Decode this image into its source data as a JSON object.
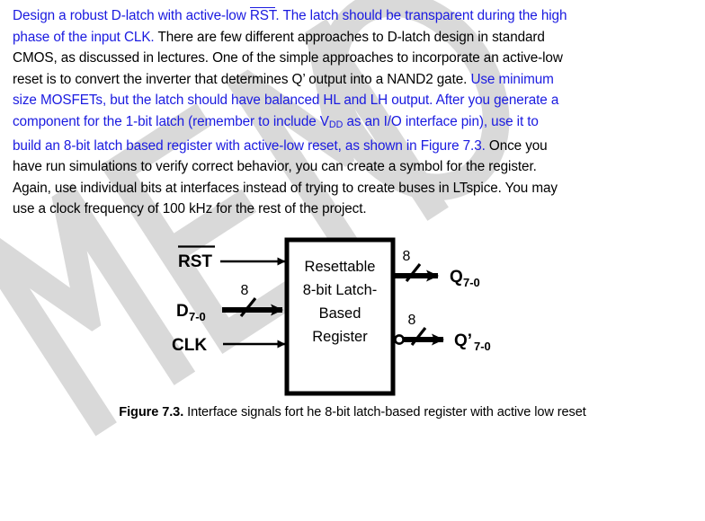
{
  "document": {
    "paragraph": {
      "lines": [
        [
          {
            "t": "Design a robust D-latch with active-low ",
            "c": "blue"
          },
          {
            "t": "RST",
            "c": "blue",
            "overline": true
          },
          {
            "t": ". The latch should be transparent during the high",
            "c": "blue"
          }
        ],
        [
          {
            "t": "phase of the input CLK.",
            "c": "blue"
          },
          {
            "t": " There are few different approaches to D-latch design in standard",
            "c": "black"
          }
        ],
        [
          {
            "t": "CMOS, as discussed in lectures. One of the simple approaches to incorporate an active-low",
            "c": "black"
          }
        ],
        [
          {
            "t": "reset is to convert the inverter that determines Q’ output into a NAND2 gate. ",
            "c": "black"
          },
          {
            "t": "Use minimum",
            "c": "blue"
          }
        ],
        [
          {
            "t": "size MOSFETs, but the latch should have balanced HL and LH output. After you generate a",
            "c": "blue"
          }
        ],
        [
          {
            "t": "component for the 1-bit latch (remember to include V",
            "c": "blue"
          },
          {
            "t": "DD",
            "c": "blue",
            "sub": true
          },
          {
            "t": " as an I/O interface pin), use it to",
            "c": "blue"
          }
        ],
        [
          {
            "t": "build an 8-bit latch based register with active-low reset, as shown in Figure 7.3.",
            "c": "blue"
          },
          {
            "t": " Once you",
            "c": "black"
          }
        ],
        [
          {
            "t": "have run simulations to verify correct behavior, you can create a symbol for the register.",
            "c": "black"
          }
        ],
        [
          {
            "t": "Again, use individual bits at interfaces instead of trying to create buses in LTspice. You may",
            "c": "black"
          }
        ],
        [
          {
            "t": "use a clock frequency of 100 kHz for the rest of the project.",
            "c": "black"
          }
        ]
      ]
    },
    "figure": {
      "block": {
        "lines": [
          "Resettable",
          "8-bit Latch-",
          "Based",
          "Register"
        ]
      },
      "inputs": [
        {
          "name": "RST",
          "label": "RST",
          "subscript": "",
          "overline": true,
          "bus": false,
          "bus_width": ""
        },
        {
          "name": "D",
          "label": "D",
          "subscript": "7-0",
          "overline": false,
          "bus": true,
          "bus_width": "8"
        },
        {
          "name": "CLK",
          "label": "CLK",
          "subscript": "",
          "overline": false,
          "bus": false,
          "bus_width": ""
        }
      ],
      "outputs": [
        {
          "name": "Q",
          "label": "Q",
          "subscript": "7-0",
          "bubble": false,
          "bus": true,
          "bus_width": "8"
        },
        {
          "name": "Qbar",
          "label": "Q’",
          "subscript": "7-0",
          "bubble": true,
          "bus": true,
          "bus_width": "8"
        }
      ]
    },
    "caption": {
      "number": "Figure 7.3.",
      "text": " Interface signals fort he 8-bit latch-based register with active low reset"
    },
    "colors": {
      "blue_text": "#1a1ae0",
      "black_text": "#000000",
      "watermark_gray": "#d9d9d9",
      "page_background": "#ffffff"
    },
    "watermark": {
      "text": "MEMO",
      "visible": true
    }
  }
}
